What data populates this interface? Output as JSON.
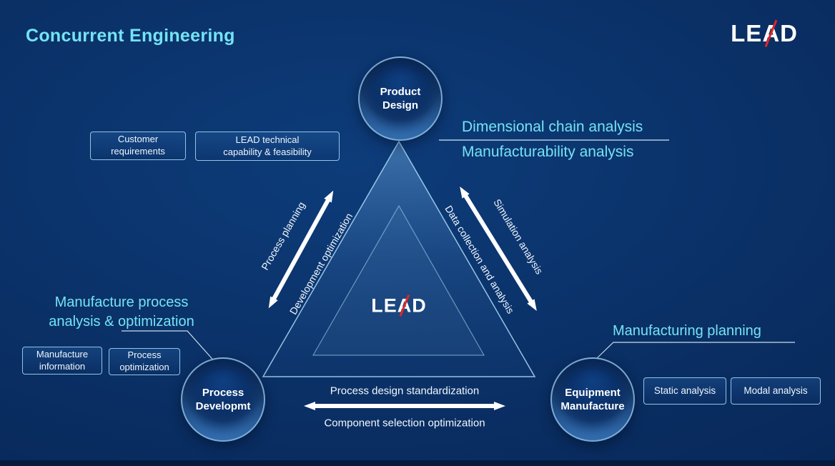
{
  "title": "Concurrent Engineering",
  "logo": {
    "part_le": "LE",
    "part_a": "A",
    "part_d": "D"
  },
  "colors": {
    "accent_cyan": "#74e3f4",
    "logo_red": "#e02528",
    "background_blue": "#0a2f64"
  },
  "nodes": {
    "product": {
      "line1": "Product",
      "line2": "Design"
    },
    "process": {
      "line1": "Process",
      "line2": "Developmt"
    },
    "equipment": {
      "line1": "Equipment",
      "line2": "Manufacture"
    }
  },
  "edges": {
    "left": {
      "label_outer": "Process planning",
      "label_inner": "Development optimization"
    },
    "right": {
      "label_outer": "Simulation analysis",
      "label_inner": "Data collection and analysis"
    },
    "bottom": {
      "label_top": "Process design standardization",
      "label_bottom": "Component selection optimization"
    }
  },
  "tags": {
    "customer": {
      "line1": "Customer",
      "line2": "requirements"
    },
    "lead_capability": {
      "line1": "LEAD technical",
      "line2": "capability & feasibility"
    },
    "manufacture_info": {
      "line1": "Manufacture",
      "line2": "information"
    },
    "process_optimization": {
      "line1": "Process",
      "line2": "optimization"
    },
    "static_analysis": "Static analysis",
    "modal_analysis": "Modal analysis"
  },
  "annotations": {
    "dimensional_chain": "Dimensional chain analysis",
    "manufacturability": "Manufacturability analysis",
    "manufacture_process": {
      "line1": "Manufacture process",
      "line2": "analysis & optimization"
    },
    "manufacturing_planning": "Manufacturing planning"
  }
}
